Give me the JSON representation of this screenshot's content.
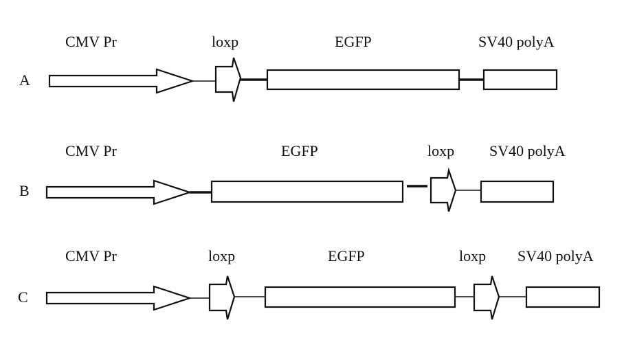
{
  "rows": [
    {
      "id": "A",
      "labels": {
        "cmv": "CMV Pr",
        "loxp1": "loxp",
        "egfp": "EGFP",
        "sv40": "SV40 polyA"
      }
    },
    {
      "id": "B",
      "labels": {
        "cmv": "CMV Pr",
        "egfp": "EGFP",
        "loxp1": "loxp",
        "sv40": "SV40 polyA"
      }
    },
    {
      "id": "C",
      "labels": {
        "cmv": "CMV Pr",
        "loxp1": "loxp",
        "egfp": "EGFP",
        "loxp2": "loxp",
        "sv40": "SV40 polyA"
      }
    }
  ]
}
